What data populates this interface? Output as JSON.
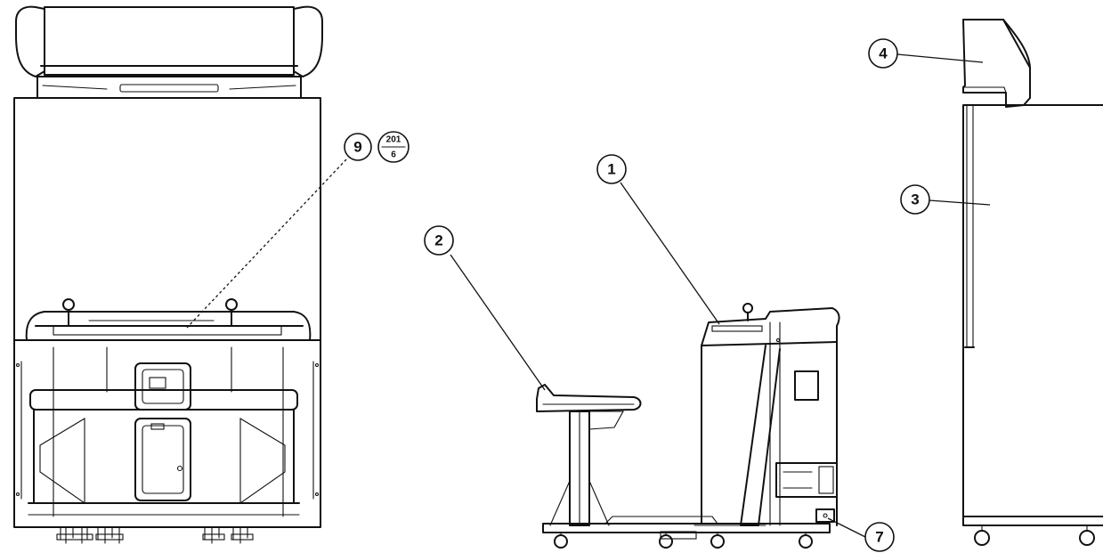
{
  "callouts": [
    {
      "id": "c1",
      "label": "1"
    },
    {
      "id": "c2",
      "label": "2"
    },
    {
      "id": "c3",
      "label": "3"
    },
    {
      "id": "c4",
      "label": "4"
    },
    {
      "id": "c7",
      "label": "7"
    },
    {
      "id": "c9",
      "label": "9"
    }
  ],
  "fraction": {
    "numerator": "201",
    "denominator": "6"
  }
}
